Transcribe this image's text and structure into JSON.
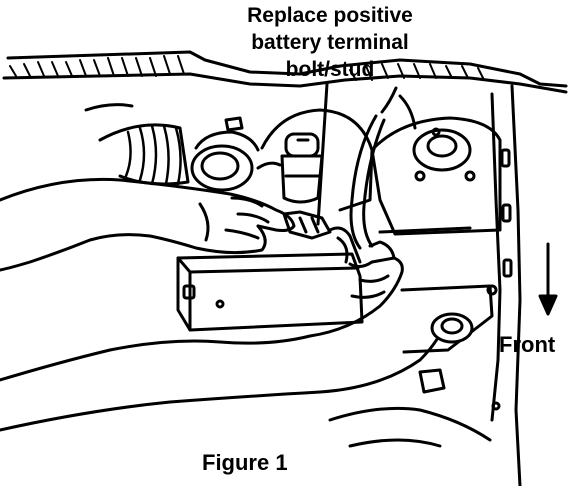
{
  "callout": {
    "line1": "Replace positive",
    "line2": "battery terminal",
    "line3": "bolt/stud"
  },
  "direction_label": "Front",
  "caption": "Figure 1",
  "icons": {
    "direction_arrow": "down-arrow-icon"
  },
  "colors": {
    "ink": "#000000",
    "paper": "#ffffff"
  }
}
